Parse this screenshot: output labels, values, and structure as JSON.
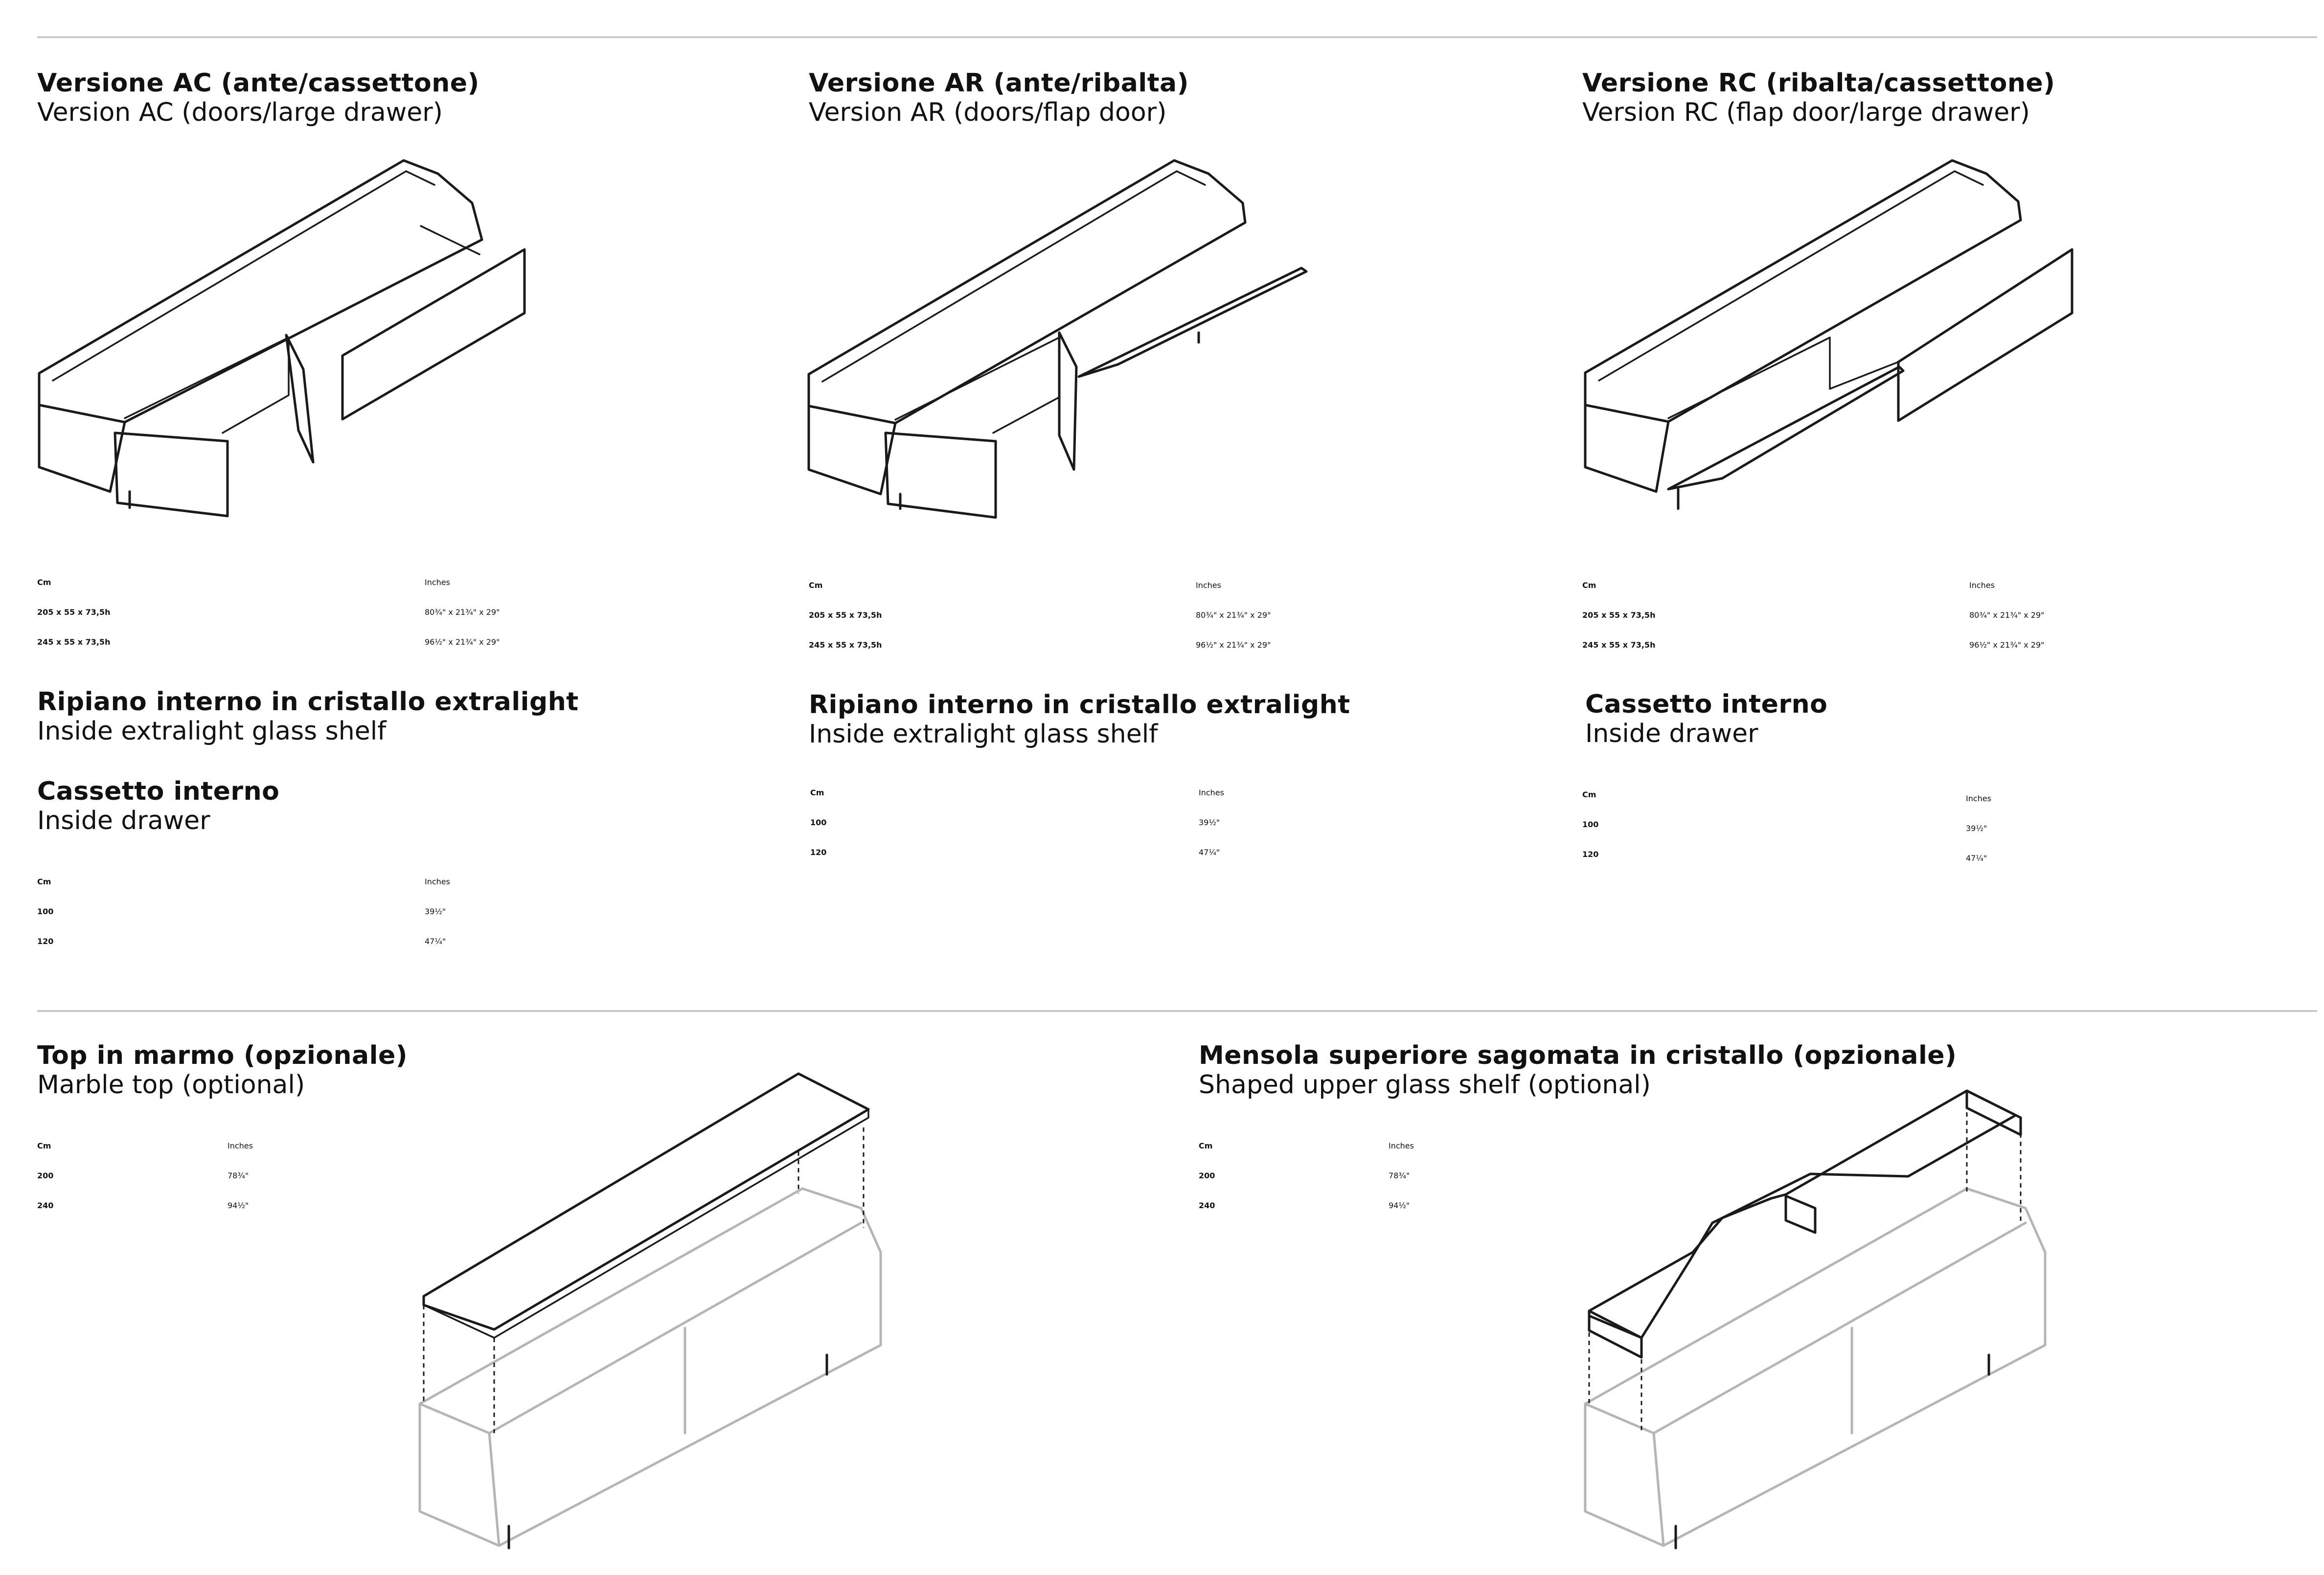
{
  "version_ac": {
    "title": "Versione AC (ante/cassettone)",
    "subtitle": "Version AC (doors/large drawer)",
    "dims": {
      "cm_label": "Cm",
      "in_label": "Inches",
      "rows": [
        {
          "cm": "205 x 55 x 73,5h",
          "in": "80¾\" x 21¾\" x 29\""
        },
        {
          "cm": "245 x 55 x 73,5h",
          "in": "96½\" x 21¾\" x 29\""
        }
      ]
    },
    "shelf_title": "Ripiano interno in cristallo extralight",
    "shelf_subtitle": "Inside extralight glass shelf",
    "drawer_title": "Cassetto interno",
    "drawer_subtitle": "Inside drawer",
    "drawer_dims": {
      "cm_label": "Cm",
      "in_label": "Inches",
      "rows": [
        {
          "cm": "100",
          "in": "39½\""
        },
        {
          "cm": "120",
          "in": "47¼\""
        }
      ]
    }
  },
  "version_ar": {
    "title": "Versione AR (ante/ribalta)",
    "subtitle": "Version AR (doors/flap door)",
    "dims": {
      "cm_label": "Cm",
      "in_label": "Inches",
      "rows": [
        {
          "cm": "205 x 55 x 73,5h",
          "in": "80¾\" x 21¾\" x 29\""
        },
        {
          "cm": "245 x 55 x 73,5h",
          "in": "96½\" x 21¾\" x 29\""
        }
      ]
    },
    "shelf_title": "Ripiano interno in cristallo extralight",
    "shelf_subtitle": "Inside extralight glass shelf",
    "shelf_dims": {
      "cm_label": "Cm",
      "in_label": "Inches",
      "rows": [
        {
          "cm": "100",
          "in": "39½\""
        },
        {
          "cm": "120",
          "in": "47¼\""
        }
      ]
    }
  },
  "version_rc": {
    "title": "Versione RC (ribalta/cassettone)",
    "subtitle": "Version RC (flap door/large drawer)",
    "dims": {
      "cm_label": "Cm",
      "in_label": "Inches",
      "rows": [
        {
          "cm": "205 x 55 x 73,5h",
          "in": "80¾\" x 21¾\" x 29\""
        },
        {
          "cm": "245 x 55 x 73,5h",
          "in": "96½\" x 21¾\" x 29\""
        }
      ]
    },
    "drawer_title": "Cassetto interno",
    "drawer_subtitle": "Inside drawer",
    "drawer_dims": {
      "cm_label": "Cm",
      "in_label": "Inches",
      "rows": [
        {
          "cm": "100",
          "in": "39½\""
        },
        {
          "cm": "120",
          "in": "47¼\""
        }
      ]
    }
  },
  "marble_top": {
    "title": "Top in marmo (opzionale)",
    "subtitle": "Marble top (optional)",
    "dims": {
      "cm_label": "Cm",
      "in_label": "Inches",
      "rows": [
        {
          "cm": "200",
          "in": "78¾\""
        },
        {
          "cm": "240",
          "in": "94½\""
        }
      ]
    }
  },
  "glass_shelf": {
    "title": "Mensola superiore sagomata in cristallo (opzionale)",
    "subtitle": "Shaped upper glass shelf (optional)",
    "dims": {
      "cm_label": "Cm",
      "in_label": "Inches",
      "rows": [
        {
          "cm": "200",
          "in": "78¾\""
        },
        {
          "cm": "240",
          "in": "94½\""
        }
      ]
    }
  }
}
